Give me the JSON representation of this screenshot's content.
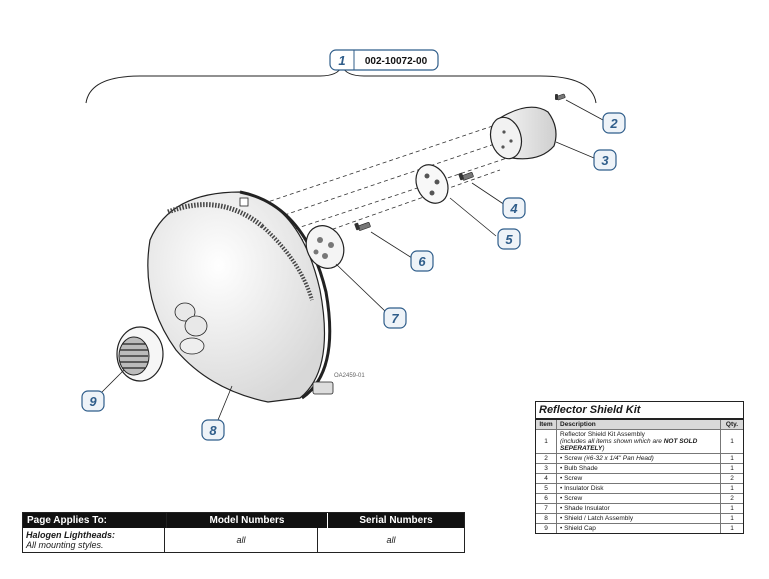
{
  "assembly": {
    "item": "1",
    "part_number": "002-10072-00"
  },
  "callouts": [
    "1",
    "2",
    "3",
    "4",
    "5",
    "6",
    "7",
    "8",
    "9"
  ],
  "drawing_code": "OA2459-01",
  "kit": {
    "title": "Reflector Shield Kit",
    "headers": {
      "item": "Item",
      "description": "Description",
      "qty": "Qty."
    },
    "rows": [
      {
        "item": "1",
        "description": "Reflector Shield Kit Assembly",
        "note_pre": "(includes all items shown which are ",
        "note_bold": "NOT SOLD SEPERATELY",
        "note_post": ")",
        "qty": "1"
      },
      {
        "item": "2",
        "description": "• Screw ",
        "note_inline": "(#6-32 x 1/4\" Pan Head)",
        "qty": "1"
      },
      {
        "item": "3",
        "description": "• Bulb Shade",
        "qty": "1"
      },
      {
        "item": "4",
        "description": "• Screw",
        "qty": "2"
      },
      {
        "item": "5",
        "description": "• Insulator Disk",
        "qty": "1"
      },
      {
        "item": "6",
        "description": "• Screw",
        "qty": "2"
      },
      {
        "item": "7",
        "description": "• Shade Insulator",
        "qty": "1"
      },
      {
        "item": "8",
        "description": "• Shield / Latch Assembly",
        "qty": "1"
      },
      {
        "item": "9",
        "description": "• Shield Cap",
        "qty": "1"
      }
    ]
  },
  "applies": {
    "headers": {
      "page": "Page Applies To:",
      "model": "Model Numbers",
      "serial": "Serial Numbers"
    },
    "row": {
      "product": "Halogen Lightheads:",
      "note": "All mounting styles.",
      "model": "all",
      "serial": "all"
    }
  },
  "colors": {
    "callout_stroke": "#2f5d8a",
    "callout_fill": "#eef3f8",
    "line": "#222222"
  }
}
